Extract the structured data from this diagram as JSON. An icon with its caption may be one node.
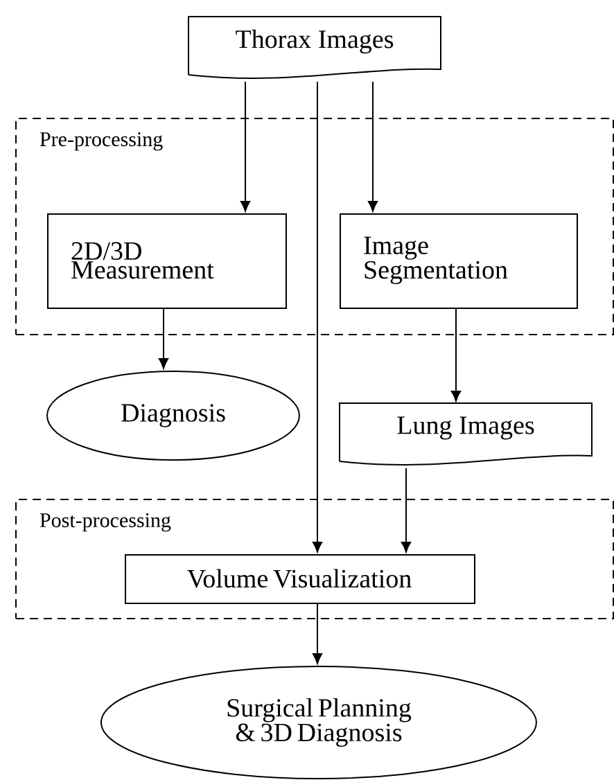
{
  "diagram": {
    "nodes": [
      {
        "text": [
          "Thorax Images"
        ]
      },
      {
        "text": [
          "Pre-processing"
        ]
      },
      {
        "text": [
          "2D/3D Measurement"
        ],
        "in": 1
      },
      {
        "text": [
          "Image Segmentation"
        ],
        "in": 1
      },
      {
        "text": [
          "Diagnosis"
        ]
      },
      {
        "text": [
          "Lung Images"
        ]
      },
      {
        "text": [
          "Post-processing"
        ]
      },
      {
        "text": [
          "Volume Visualization"
        ],
        "in": 6
      },
      {
        "text": [
          "Surgical Planning & 3D Diagnosis"
        ]
      }
    ],
    "edges": [
      {
        "from": 0,
        "to": 2,
        "arrow": "to"
      },
      {
        "from": 0,
        "to": 3,
        "arrow": "to"
      },
      {
        "from": 0,
        "to": 7,
        "arrow": "to"
      },
      {
        "from": 2,
        "to": 4,
        "arrow": "to"
      },
      {
        "from": 3,
        "to": 5,
        "arrow": "to"
      },
      {
        "from": 5,
        "to": 7,
        "arrow": "to"
      },
      {
        "from": 7,
        "to": 8,
        "arrow": "to"
      }
    ]
  }
}
